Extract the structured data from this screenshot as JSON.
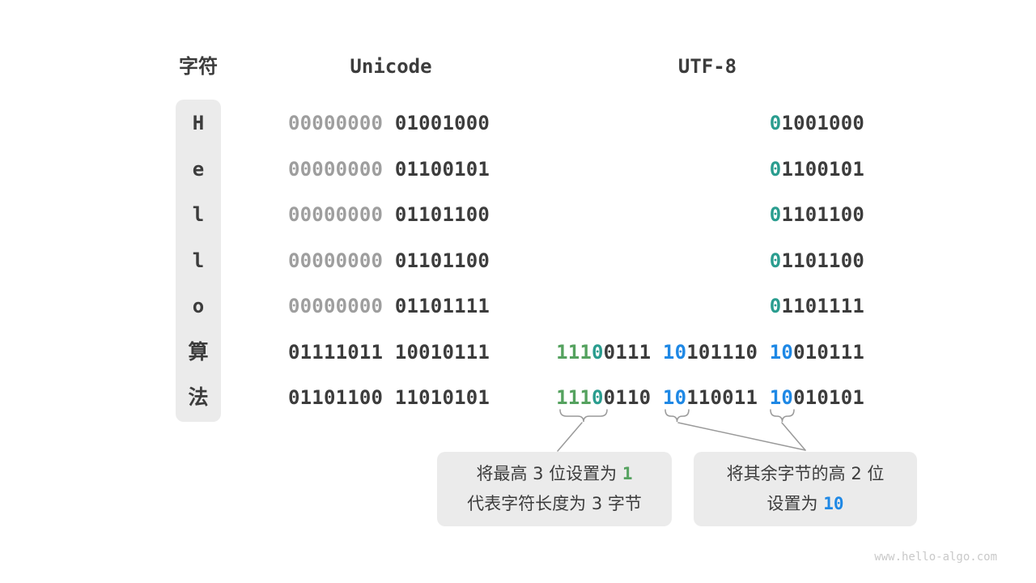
{
  "colors": {
    "dark": "#3c3c3c",
    "gray": "#9e9e9e",
    "teal": "#2a9d8f",
    "green": "#55a25f",
    "blue": "#1e88e5",
    "panel": "#ebebeb",
    "watermark": "#c9c9c9",
    "line": "#9a9a9a"
  },
  "header": {
    "char_label": "字符",
    "unicode_label": "Unicode",
    "utf8_label": "UTF-8"
  },
  "rows": [
    {
      "char": "H",
      "unicode": [
        {
          "text": "00000000",
          "color": "gray"
        },
        {
          "text": " 01001000",
          "color": "dark"
        }
      ],
      "utf8": [
        {
          "text": "0",
          "color": "teal"
        },
        {
          "text": "1001000",
          "color": "dark"
        }
      ]
    },
    {
      "char": "e",
      "unicode": [
        {
          "text": "00000000",
          "color": "gray"
        },
        {
          "text": " 01100101",
          "color": "dark"
        }
      ],
      "utf8": [
        {
          "text": "0",
          "color": "teal"
        },
        {
          "text": "1100101",
          "color": "dark"
        }
      ]
    },
    {
      "char": "l",
      "unicode": [
        {
          "text": "00000000",
          "color": "gray"
        },
        {
          "text": " 01101100",
          "color": "dark"
        }
      ],
      "utf8": [
        {
          "text": "0",
          "color": "teal"
        },
        {
          "text": "1101100",
          "color": "dark"
        }
      ]
    },
    {
      "char": "l",
      "unicode": [
        {
          "text": "00000000",
          "color": "gray"
        },
        {
          "text": " 01101100",
          "color": "dark"
        }
      ],
      "utf8": [
        {
          "text": "0",
          "color": "teal"
        },
        {
          "text": "1101100",
          "color": "dark"
        }
      ]
    },
    {
      "char": "o",
      "unicode": [
        {
          "text": "00000000",
          "color": "gray"
        },
        {
          "text": " 01101111",
          "color": "dark"
        }
      ],
      "utf8": [
        {
          "text": "0",
          "color": "teal"
        },
        {
          "text": "1101111",
          "color": "dark"
        }
      ]
    },
    {
      "char": "算",
      "unicode": [
        {
          "text": "01111011 10010111",
          "color": "dark"
        }
      ],
      "utf8": [
        {
          "text": "111",
          "color": "green"
        },
        {
          "text": "0",
          "color": "teal"
        },
        {
          "text": "0111 ",
          "color": "dark"
        },
        {
          "text": "10",
          "color": "blue"
        },
        {
          "text": "101110 ",
          "color": "dark"
        },
        {
          "text": "10",
          "color": "blue"
        },
        {
          "text": "010111",
          "color": "dark"
        }
      ]
    },
    {
      "char": "法",
      "unicode": [
        {
          "text": "01101100 11010101",
          "color": "dark"
        }
      ],
      "utf8": [
        {
          "text": "111",
          "color": "green"
        },
        {
          "text": "0",
          "color": "teal"
        },
        {
          "text": "0110 ",
          "color": "dark"
        },
        {
          "text": "10",
          "color": "blue"
        },
        {
          "text": "110011 ",
          "color": "dark"
        },
        {
          "text": "10",
          "color": "blue"
        },
        {
          "text": "010101",
          "color": "dark"
        }
      ]
    }
  ],
  "callouts": {
    "left": {
      "line1_prefix": "将最高 3 位设置为 ",
      "line1_highlight": "1",
      "line2": "代表字符长度为 3 字节"
    },
    "right": {
      "line1": "将其余字节的高 2 位",
      "line2_prefix": "设置为 ",
      "line2_highlight": "10"
    }
  },
  "watermark": "www.hello-algo.com"
}
